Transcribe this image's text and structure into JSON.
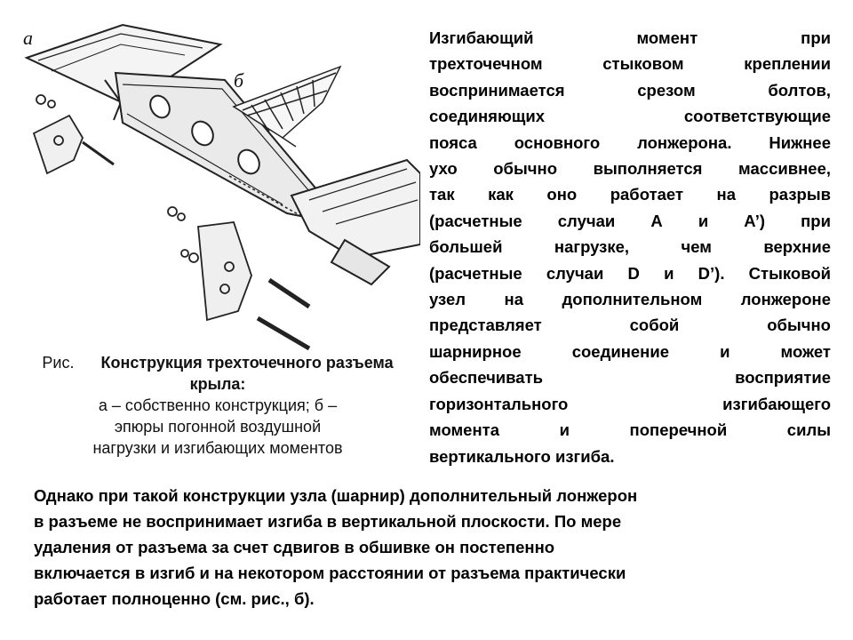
{
  "figure": {
    "label_a": "а",
    "label_b": "б"
  },
  "caption": {
    "prefix": "Рис.",
    "title_rest": "Конструкция трехточечного разъема крыла:",
    "line3": "а – собственно конструкция; б –",
    "line4": "эпюры погонной воздушной",
    "line5": "нагрузки и изгибающих моментов"
  },
  "right_text": {
    "l1": "Изгибающий момент при",
    "l2": "трехточечном стыковом креплении",
    "l3": "воспринимается срезом болтов,",
    "l4": "соединяющих соответствующие",
    "l5": "пояса основного лонжерона. Нижнее",
    "l6": "ухо обычно выполняется массивнее,",
    "l7": "так как оно работает на разрыв",
    "l8": "(расчетные случаи А и А’) при",
    "l9": "большей нагрузке, чем верхние",
    "l10": "(расчетные случаи D и D’). Стыковой",
    "l11": "узел на дополнительном лонжероне",
    "l12": "представляет собой обычно",
    "l13": "шарнирное соединение и может",
    "l14": "обеспечивать восприятие",
    "l15": "горизонтального изгибающего",
    "l16": "момента и поперечной силы",
    "l17": "вертикального изгиба."
  },
  "bottom_text": {
    "l1": "Однако при такой конструкции узла (шарнир) дополнительный лонжерон",
    "l2": "в разъеме не воспринимает изгиба в вертикальной плоскости. По мере",
    "l3": "удаления от разъема за счет сдвигов в обшивке он постепенно",
    "l4": "включается в изгиб и на некотором расстоянии от разъема практически",
    "l5": "работает полноценно (см. рис., б)."
  }
}
